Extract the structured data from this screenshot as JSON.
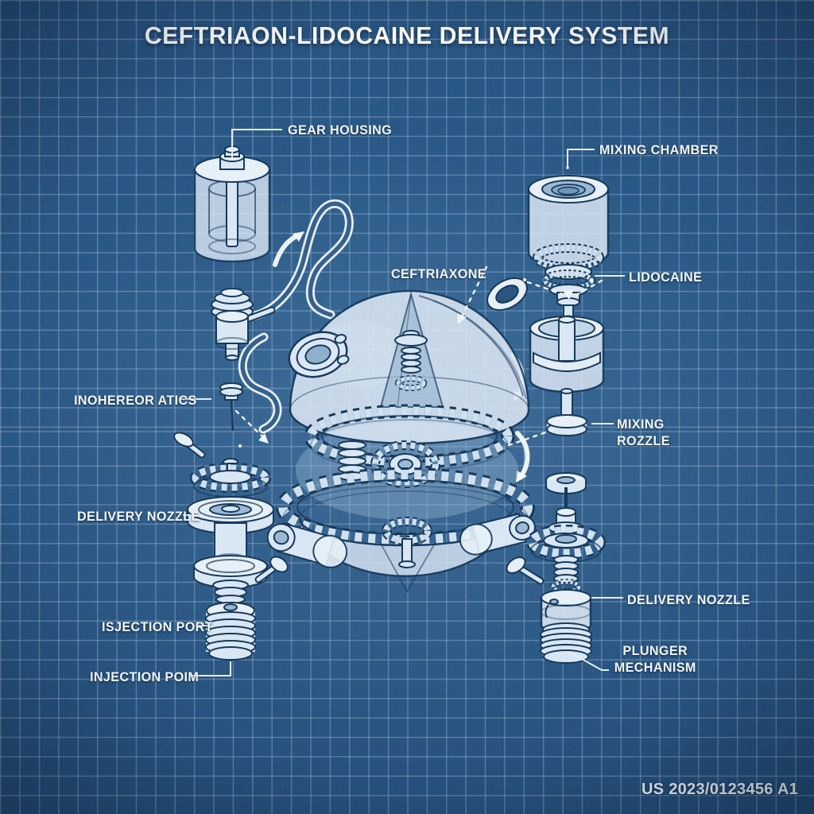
{
  "title": "CEFTRIAON-LIDOCAINE DELIVERY SYSTEM",
  "patent_number": "US 2023/0123456 A1",
  "labels": {
    "gear_housing": {
      "text": "GEAR HOUSING"
    },
    "mixing_chamber": {
      "text": "MIXING CHAMBER"
    },
    "ceftriaxone": {
      "text": "CEFTRIAXONE"
    },
    "lidocaine": {
      "text": "LIDOCAINE"
    },
    "inohereoratics": {
      "text": "INOHEREOR ATICS"
    },
    "mixing_rozzle": {
      "text": "MIXING\nROZZLE"
    },
    "delivery_nozzle_left": {
      "text": "DELIVERY NOZZLE"
    },
    "isjection_port": {
      "text": "ISJECTION PORT"
    },
    "injection_poim": {
      "text": "INJECTION POIM"
    },
    "delivery_nozzle_right": {
      "text": "DELIVERY NOZZLE"
    },
    "plunger_mechanism": {
      "text": "PLUNGER\nMECHANISM"
    }
  },
  "colors": {
    "background": "#27527e",
    "background_light": "#2e6191",
    "background_dark": "#1b3d61",
    "grid_line": "#aac6e0",
    "line_art": "#17395c",
    "part_fill": "#d9e6f3",
    "part_shade": "#9db8d2",
    "label_text": "#f3f7fc",
    "sketch_white": "#f6fafd"
  }
}
